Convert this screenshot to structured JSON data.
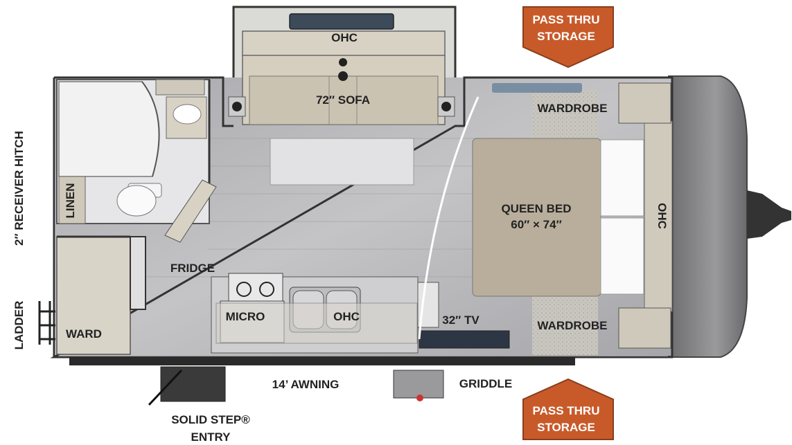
{
  "labels": {
    "ohc_top": "OHC",
    "sofa": "72″ SOFA",
    "wardrobe_top": "WARDROBE",
    "wardrobe_bottom": "WARDROBE",
    "queen_bed_line1": "QUEEN BED",
    "queen_bed_line2": "60″ × 74″",
    "ohc_front": "OHC",
    "fridge": "FRIDGE",
    "micro": "MICRO",
    "ohc_kitchen": "OHC",
    "tv": "32″ TV",
    "ward": "WARD",
    "linen": "LINEN",
    "receiver_hitch": "2″ RECEIVER HITCH",
    "ladder": "LADDER",
    "awning": "14’ AWNING",
    "griddle": "GRIDDLE",
    "entry_line1": "SOLID STEP®",
    "entry_line2": "ENTRY"
  },
  "badges": {
    "top": {
      "line1": "PASS THRU",
      "line2": "STORAGE"
    },
    "bottom": {
      "line1": "PASS THRU",
      "line2": "STORAGE"
    }
  },
  "colors": {
    "badge": "#c85a2a",
    "floor": "#b8b8bc",
    "wall": "#3a3a3a",
    "cabinet": "#d9d4c8",
    "bed": "#b5ab98"
  }
}
